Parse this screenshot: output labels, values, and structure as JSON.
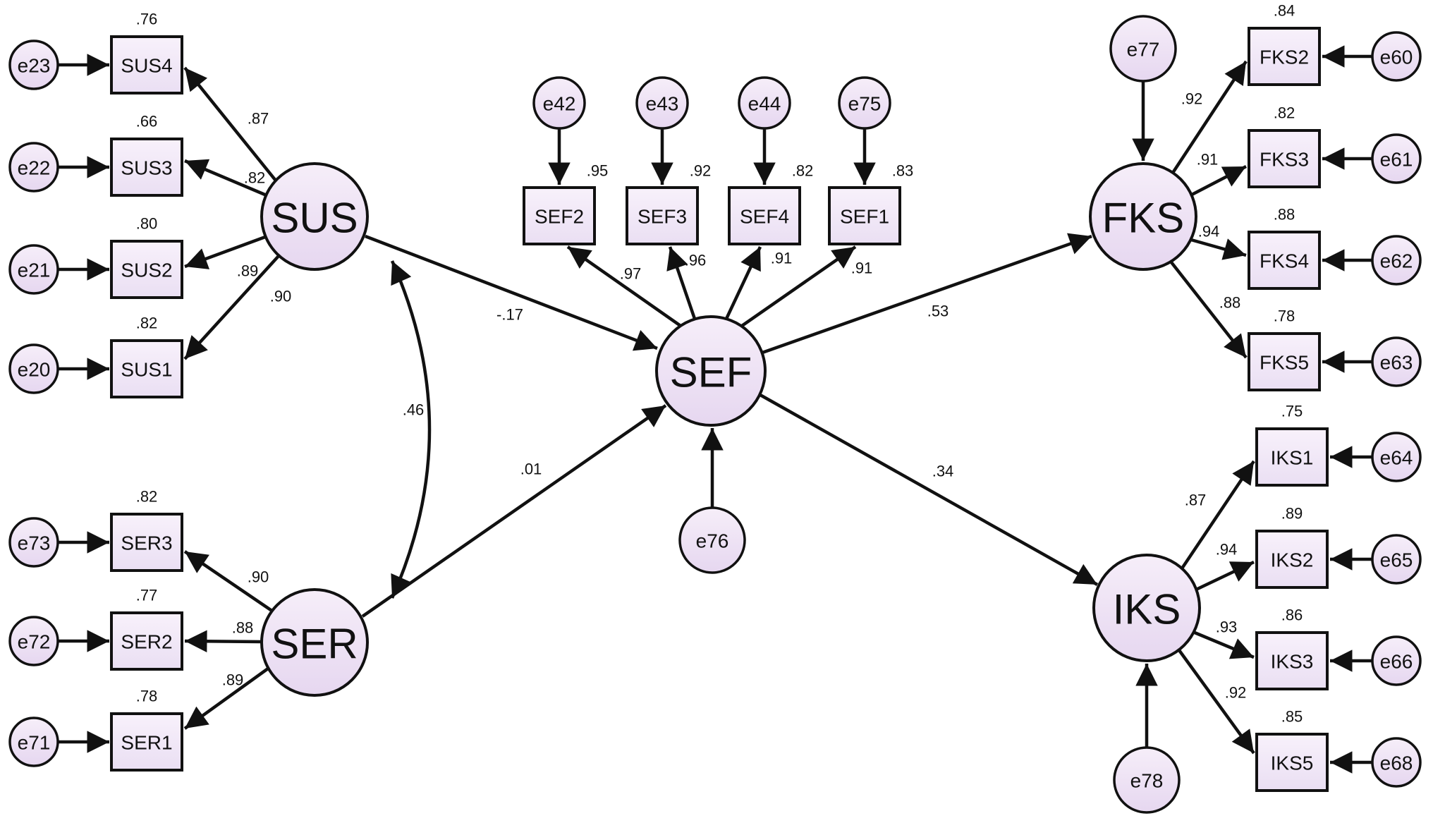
{
  "latent": {
    "sus": "SUS",
    "ser": "SER",
    "sef": "SEF",
    "fks": "FKS",
    "iks": "IKS"
  },
  "observed": {
    "sus4": "SUS4",
    "sus3": "SUS3",
    "sus2": "SUS2",
    "sus1": "SUS1",
    "ser3": "SER3",
    "ser2": "SER2",
    "ser1": "SER1",
    "sef2": "SEF2",
    "sef3": "SEF3",
    "sef4": "SEF4",
    "sef1": "SEF1",
    "fks2": "FKS2",
    "fks3": "FKS3",
    "fks4": "FKS4",
    "fks5": "FKS5",
    "iks1": "IKS1",
    "iks2": "IKS2",
    "iks3": "IKS3",
    "iks5": "IKS5"
  },
  "errors": {
    "e23": "e23",
    "e22": "e22",
    "e21": "e21",
    "e20": "e20",
    "e73": "e73",
    "e72": "e72",
    "e71": "e71",
    "e42": "e42",
    "e43": "e43",
    "e44": "e44",
    "e75": "e75",
    "e76": "e76",
    "e77": "e77",
    "e78": "e78",
    "e60": "e60",
    "e61": "e61",
    "e62": "e62",
    "e63": "e63",
    "e64": "e64",
    "e65": "e65",
    "e66": "e66",
    "e68": "e68"
  },
  "r2": {
    "sus4": ".76",
    "sus3": ".66",
    "sus2": ".80",
    "sus1": ".82",
    "ser3": ".82",
    "ser2": ".77",
    "ser1": ".78",
    "sef2": ".95",
    "sef3": ".92",
    "sef4": ".82",
    "sef1": ".83",
    "fks2": ".84",
    "fks3": ".82",
    "fks4": ".88",
    "fks5": ".78",
    "iks1": ".75",
    "iks2": ".89",
    "iks3": ".86",
    "iks5": ".85"
  },
  "loadings": {
    "sus4": ".87",
    "sus3": ".82",
    "sus2": ".89",
    "sus1": ".90",
    "ser3": ".90",
    "ser2": ".88",
    "ser1": ".89",
    "sef2": ".97",
    "sef3": ".96",
    "sef4": ".91",
    "sef1": ".91",
    "fks2": ".92",
    "fks3": ".91",
    "fks4": ".94",
    "fks5": ".88",
    "iks1": ".87",
    "iks2": ".94",
    "iks3": ".93",
    "iks5": ".92"
  },
  "paths": {
    "sus_sef": "-.17",
    "ser_sef": ".01",
    "sef_fks": ".53",
    "sef_iks": ".34",
    "sus_ser": ".46"
  }
}
